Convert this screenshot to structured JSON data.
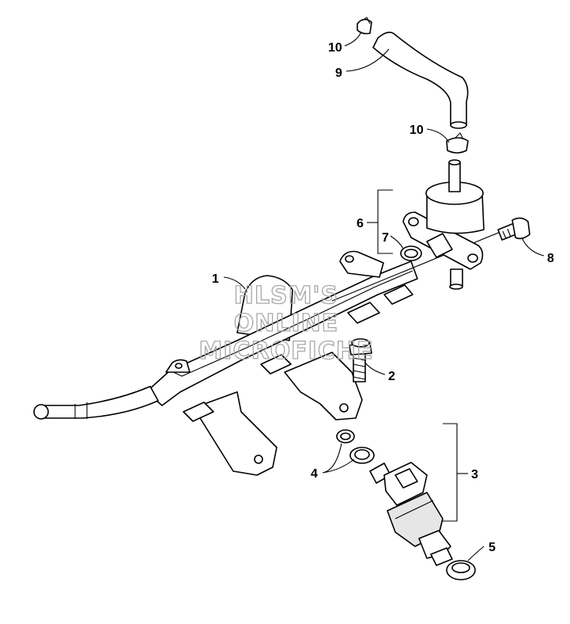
{
  "callouts": {
    "c1": "1",
    "c2": "2",
    "c3": "3",
    "c4": "4",
    "c5": "5",
    "c6": "6",
    "c7": "7",
    "c8": "8",
    "c9": "9",
    "c10a": "10",
    "c10b": "10"
  },
  "watermark": {
    "line1": "HLSM'S",
    "line2": "ONLINE",
    "line3": "MICROFICHE"
  },
  "colors": {
    "line": "#000000",
    "background": "#ffffff",
    "watermark": "#a8a8a8"
  }
}
